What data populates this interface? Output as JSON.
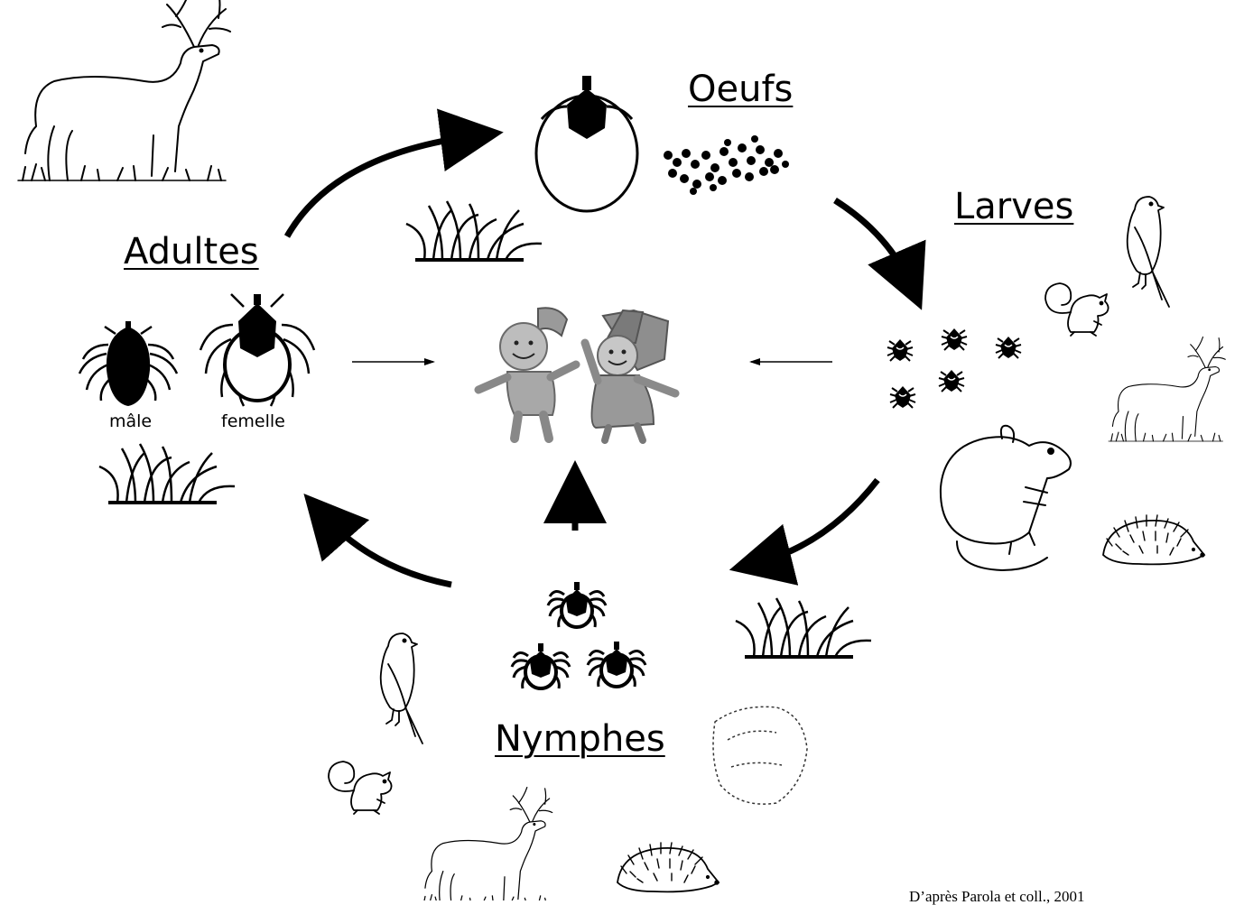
{
  "stages": {
    "eggs": "Oeufs",
    "larvae": "Larves",
    "nymphs": "Nymphes",
    "adults": "Adultes"
  },
  "adult_labels": {
    "male": "mâle",
    "female": "femelle"
  },
  "credit": "D’après Parola et coll., 2001"
}
